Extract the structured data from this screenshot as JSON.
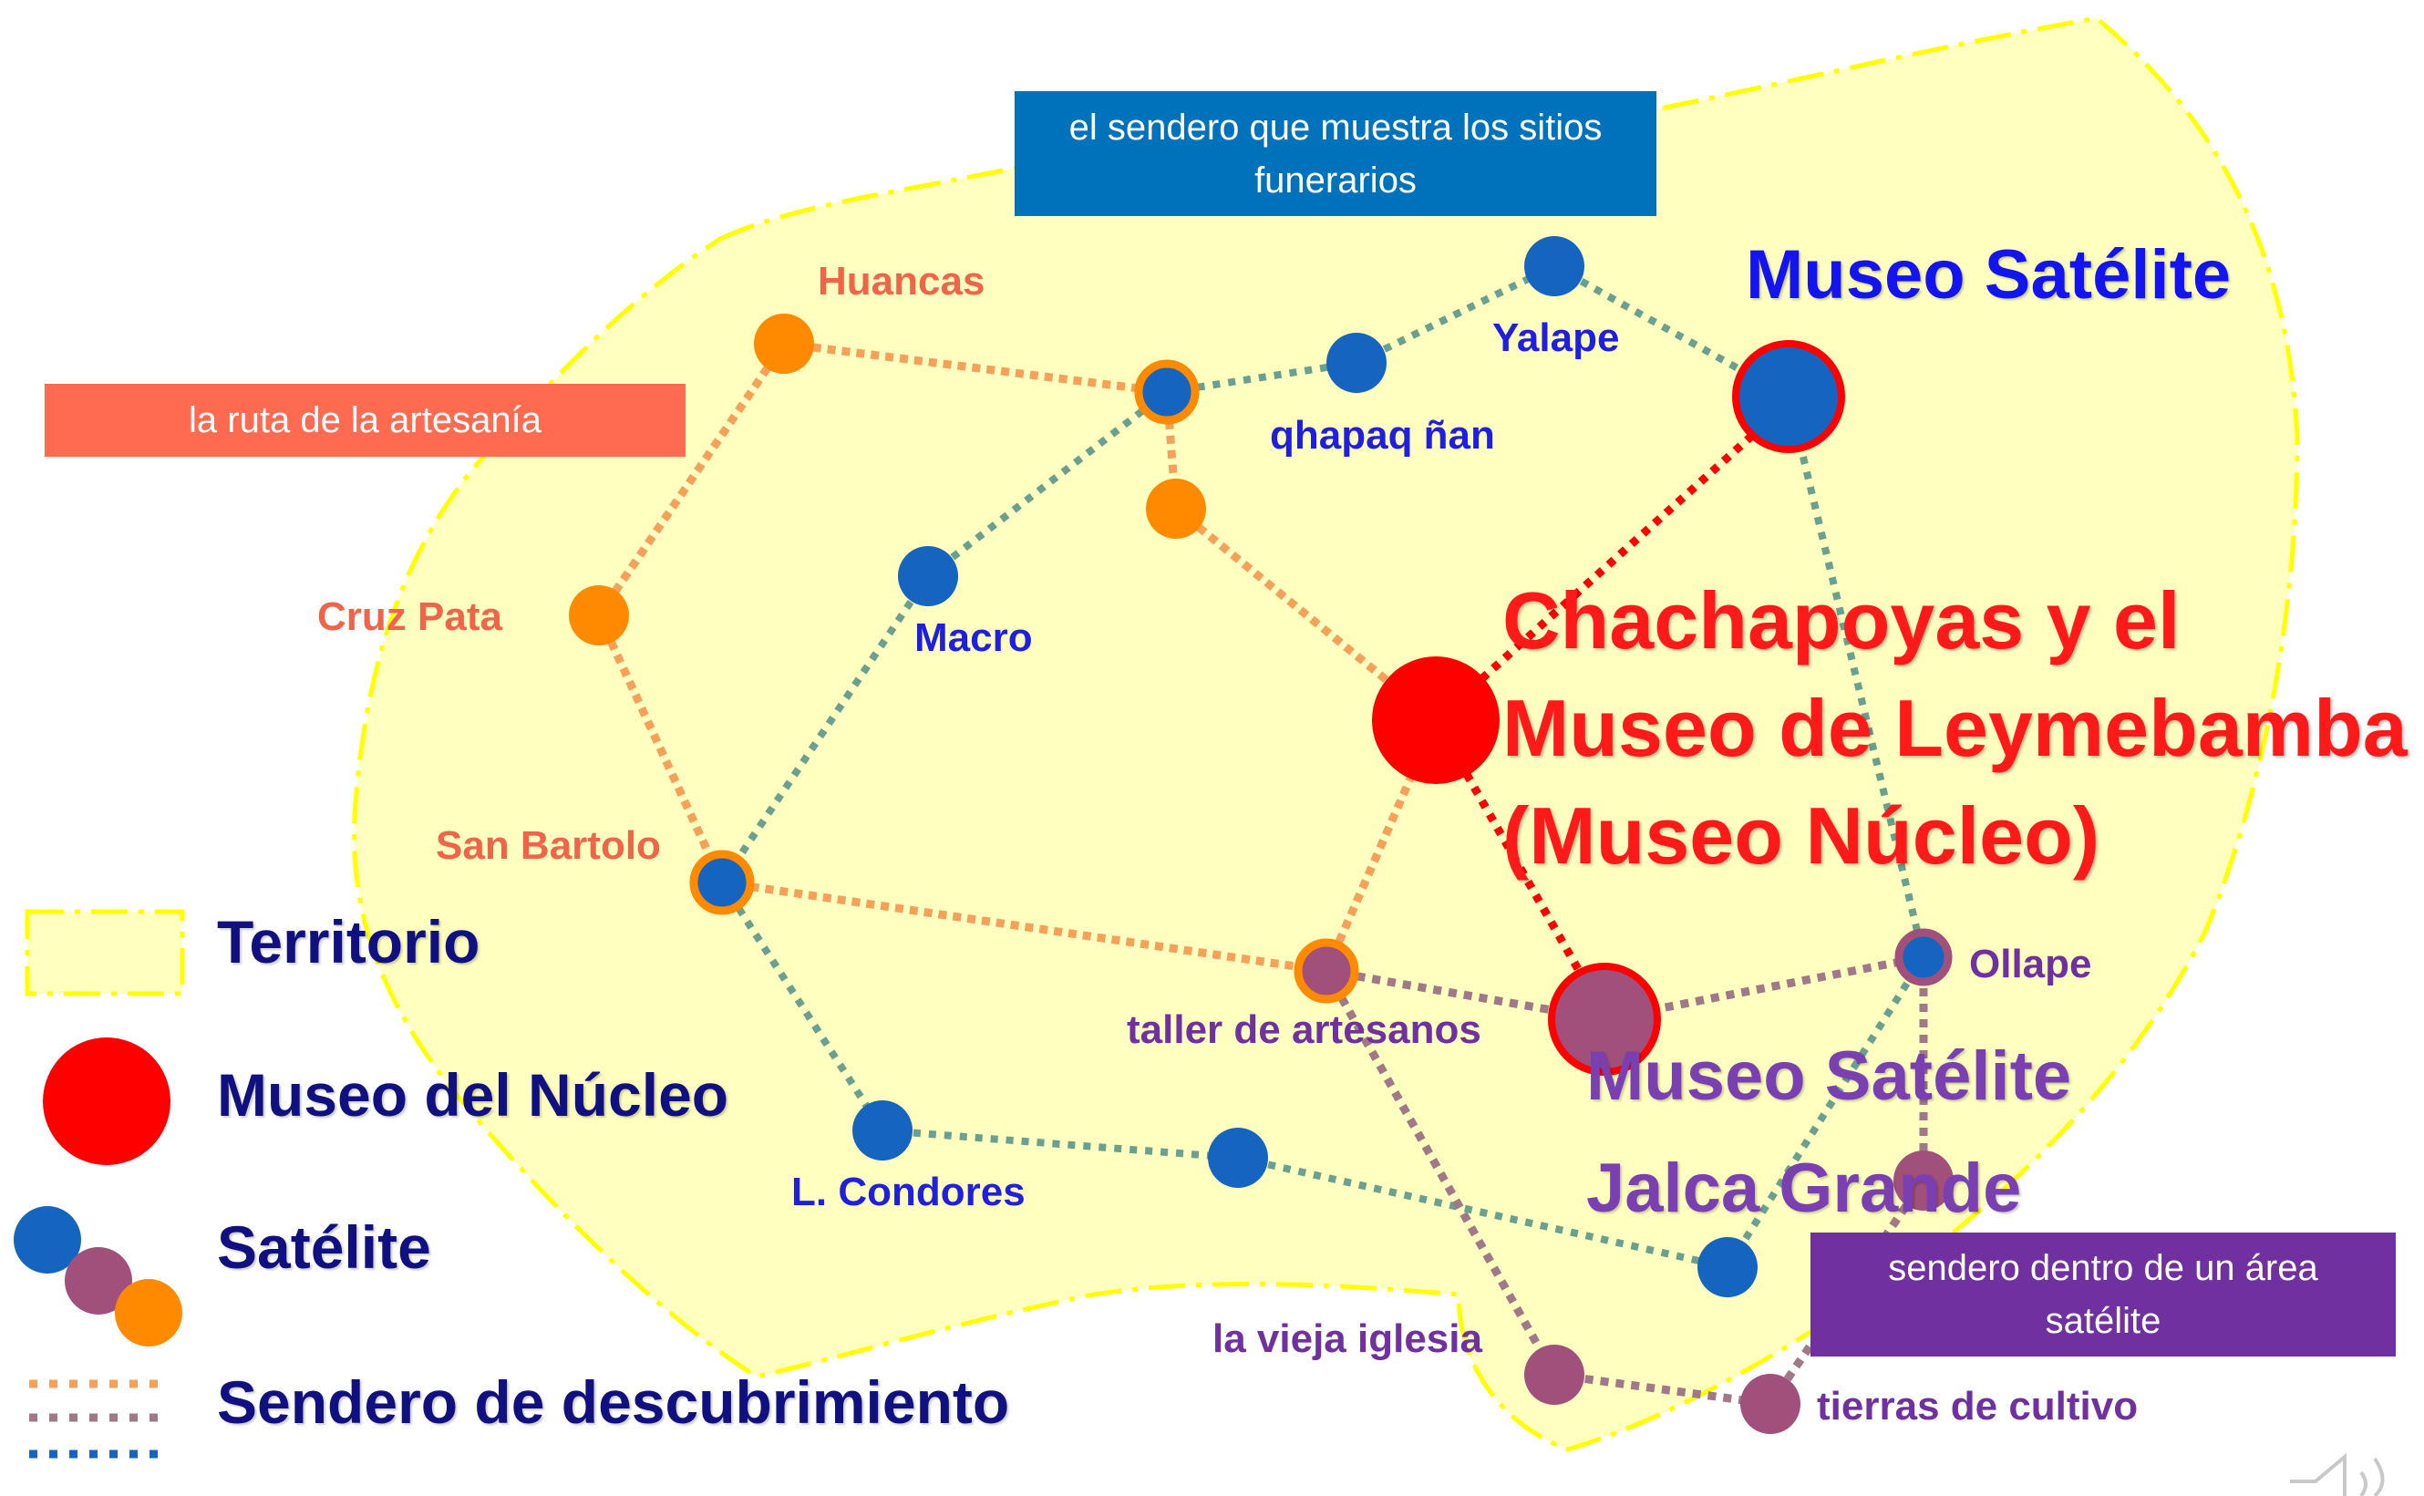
{
  "colors": {
    "territory_fill": "#ffffc0",
    "territory_border": "#ffff00",
    "nucleus": "#ff0000",
    "satellite_blue": "#1565c0",
    "satellite_purple": "#a0507a",
    "satellite_orange": "#ff8a00",
    "path_orange": "#f6a05a",
    "path_teal": "#6aa090",
    "path_mauve": "#a07888",
    "path_red": "#ff0000"
  },
  "boxes": {
    "funerary_path": "el sendero que muestra los sitios funerarios",
    "craft_route": "la ruta de la artesanía",
    "satellite_area_path": "sendero dentro de un área satélite"
  },
  "sites": {
    "huancas": "Huancas",
    "cruz_pata": "Cruz Pata",
    "san_bartolo": "San Bartolo",
    "macro": "Macro",
    "qhapaq_nan": "qhapaq ñan",
    "yalape": "Yalape",
    "l_condores": "L. Condores",
    "taller": "taller de artesanos",
    "ollape": "Ollape",
    "vieja_iglesia": "la vieja iglesia",
    "tierras": "tierras de cultivo"
  },
  "museums": {
    "satellite_top": "Museo Satélite",
    "nucleus_line1": "Chachapoyas y el",
    "nucleus_line2": "Museo de Leymebamba",
    "nucleus_line3": "(Museo Núcleo)",
    "satellite_bottom_line1": "Museo Satélite",
    "satellite_bottom_line2": "Jalca Grande"
  },
  "legend": {
    "territory": "Territorio",
    "nucleus": "Museo del Núcleo",
    "satellite": "Satélite",
    "path": "Sendero de descubrimiento"
  },
  "icons": {
    "speaker": "speaker-icon"
  }
}
